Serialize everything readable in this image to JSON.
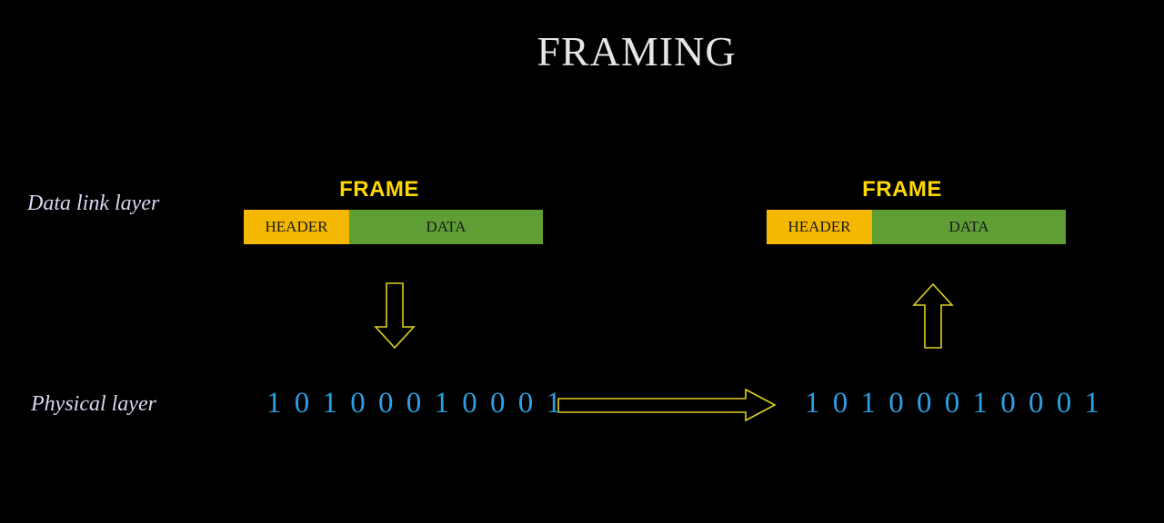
{
  "title": "FRAMING",
  "layers": {
    "data_link": "Data link layer",
    "physical": "Physical layer"
  },
  "frames": [
    {
      "label": "FRAME",
      "header": "HEADER",
      "data": "DATA"
    },
    {
      "label": "FRAME",
      "header": "HEADER",
      "data": "DATA"
    }
  ],
  "bitstreams": [
    "1 0 1 0 0 0 1 0 0 0 1",
    "1 0 1 0 0 0 1 0 0 0 1"
  ],
  "colors": {
    "title": "#e6e6e6",
    "frame_label": "#ffd800",
    "header": "#f5b800",
    "data": "#5e9e34",
    "bits": "#2e9ee0",
    "arrow_outline": "#e0d020"
  }
}
